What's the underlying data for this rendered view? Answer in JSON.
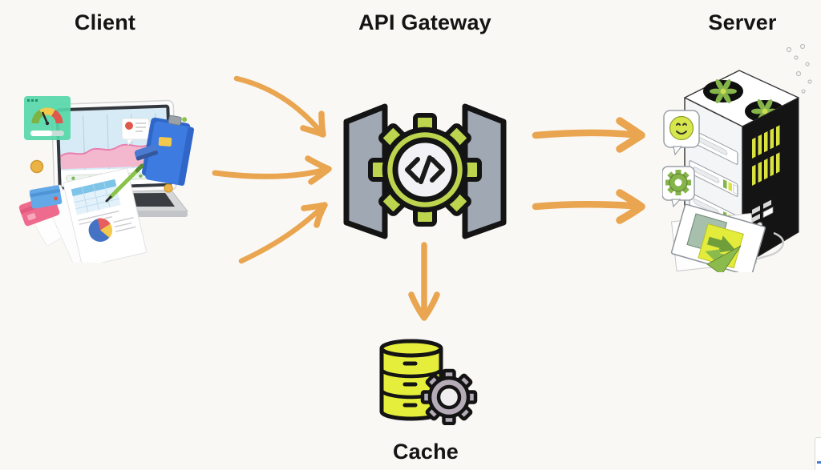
{
  "diagram": {
    "background": "#FAF8F5",
    "text_color": "#141414",
    "arrow_color": "#E9A54F",
    "nodes": [
      {
        "id": "client",
        "label": "Client",
        "icon": "client-laptop-dashboard-illustration"
      },
      {
        "id": "api_gateway",
        "label": "API Gateway",
        "icon": "gateway-panels-gear-code-icon"
      },
      {
        "id": "server",
        "label": "Server",
        "icon": "server-tower-illustration"
      },
      {
        "id": "cache",
        "label": "Cache",
        "icon": "database-cylinder-gear-icon"
      }
    ],
    "edges": [
      {
        "from": "Client",
        "to": "API Gateway",
        "arrow_count": 3,
        "style": "curved hand-drawn arrows converging right"
      },
      {
        "from": "API Gateway",
        "to": "Server",
        "arrow_count": 2,
        "style": "straight hand-drawn arrows right"
      },
      {
        "from": "API Gateway",
        "to": "Cache",
        "arrow_count": 1,
        "style": "straight hand-drawn arrow down"
      }
    ],
    "palette": {
      "outline_black": "#141414",
      "gateway_panel_gray": "#9FA8B3",
      "gateway_gear_green": "#BCD44E",
      "gateway_inner_white": "#F2F2F6",
      "cache_db_yellow": "#E6EE3C",
      "cache_gear_gray": "#B5ACB7",
      "cache_gear_inner": "#F0EDEF",
      "server_green": "#85B54A",
      "server_vent_yellow": "#D9E23F",
      "mint_card_green": "#56D7A8",
      "laptop_screen_blue": "#D6EBF6",
      "chart_pink": "#F4B8CE",
      "folder_blue": "#3E7BE0"
    }
  }
}
